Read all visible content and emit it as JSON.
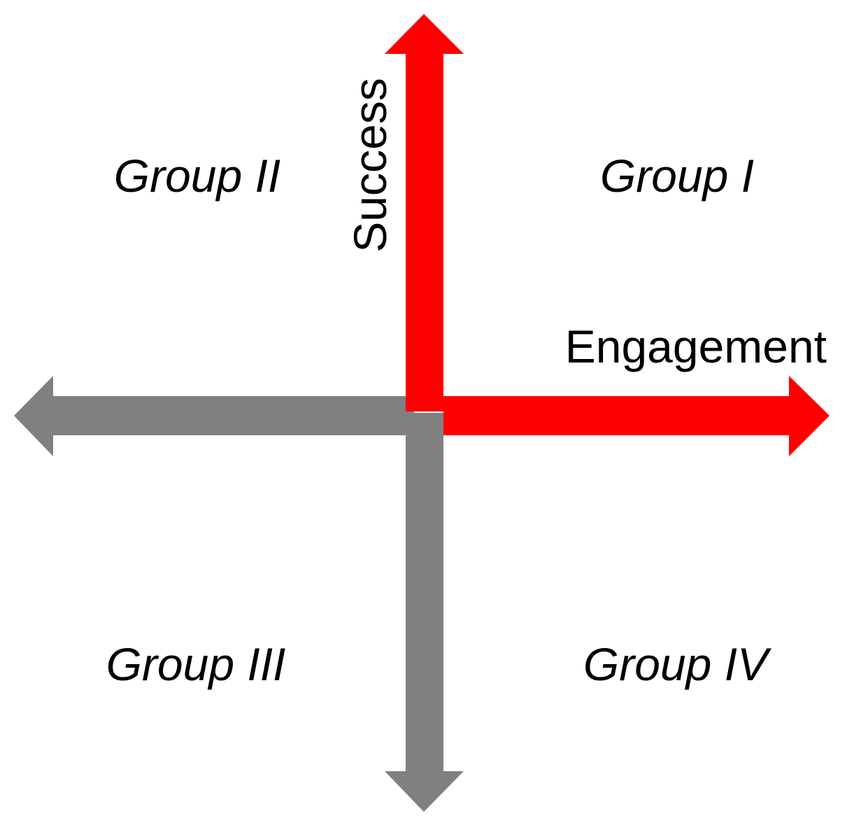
{
  "diagram": {
    "axes": {
      "x_label": "Engagement",
      "y_label": "Success"
    },
    "quadrants": {
      "q1": "Group I",
      "q2": "Group II",
      "q3": "Group III",
      "q4": "Group IV"
    },
    "colors": {
      "positive_arrows": "#ff0000",
      "negative_arrows": "#808080",
      "text": "#000000",
      "background": "#ffffff"
    }
  }
}
